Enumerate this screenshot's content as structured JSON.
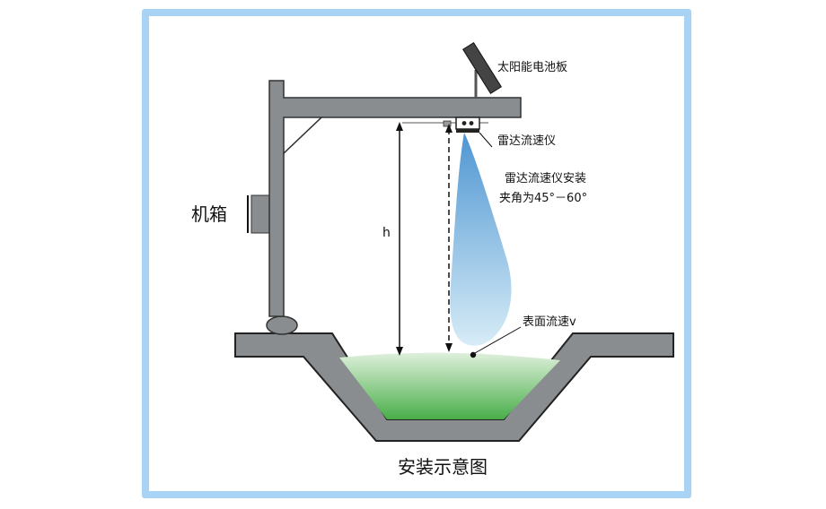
{
  "labels": {
    "solar_panel": "太阳能电池板",
    "radar": "雷达流速仪",
    "angle_line1": "雷达流速仪安装",
    "angle_line2": "夹角为45°－60°",
    "cabinet": "机箱",
    "height": "h",
    "surface_velocity": "表面流速v",
    "caption": "安装示意图"
  },
  "colors": {
    "frame_border": "#a8d3f5",
    "structure_fill": "#8a8d8f",
    "structure_stroke": "#333333",
    "water_top": "#d6ecd4",
    "water_bottom": "#4db04d",
    "beam_top": "#5a9fd6",
    "beam_bottom": "#cfe7f5"
  }
}
